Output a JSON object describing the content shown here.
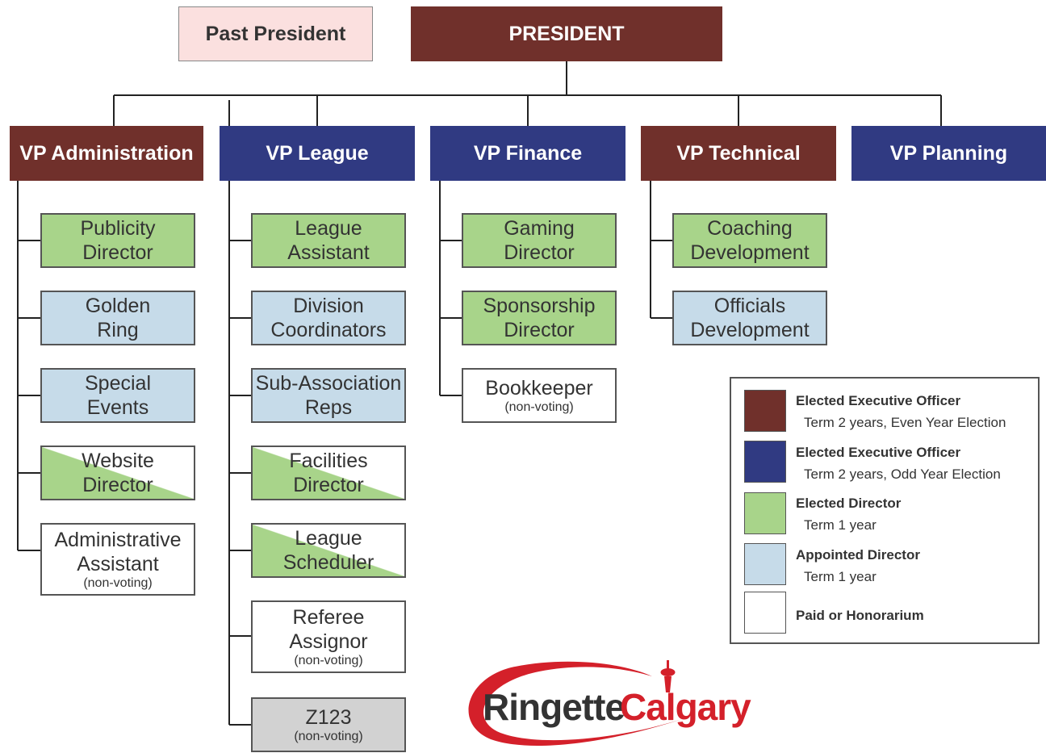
{
  "colors": {
    "even_exec": "#70302b",
    "odd_exec": "#303a82",
    "elected_director": "#a8d48a",
    "appointed_director": "#c6dbe9",
    "paid": "#ffffff",
    "other": "#d2d2d2",
    "past_president": "#fbe0df",
    "logo_red": "#d4202a"
  },
  "top": {
    "past_president": "Past President",
    "president": "PRESIDENT"
  },
  "vps": [
    {
      "label": "VP Administration",
      "color": "even"
    },
    {
      "label": "VP League",
      "color": "odd"
    },
    {
      "label": "VP Finance",
      "color": "odd"
    },
    {
      "label": "VP Technical",
      "color": "even"
    },
    {
      "label": "VP Planning",
      "color": "odd"
    }
  ],
  "columns": {
    "admin": [
      {
        "label": "Publicity\nDirector",
        "kind": "elected"
      },
      {
        "label": "Golden\nRing",
        "kind": "appointed"
      },
      {
        "label": "Special\nEvents",
        "kind": "appointed"
      },
      {
        "label": "Website\nDirector",
        "kind": "split"
      },
      {
        "label": "Administrative\nAssistant",
        "sub": "(non-voting)",
        "kind": "paid"
      }
    ],
    "league": [
      {
        "label": "League\nAssistant",
        "kind": "elected"
      },
      {
        "label": "Division\nCoordinators",
        "kind": "appointed"
      },
      {
        "label": "Sub-Association\nReps",
        "kind": "appointed"
      },
      {
        "label": "Facilities\nDirector",
        "kind": "split"
      },
      {
        "label": "League\nScheduler",
        "kind": "split"
      },
      {
        "label": "Referee\nAssignor",
        "sub": "(non-voting)",
        "kind": "paid"
      },
      {
        "label": "Z123",
        "sub": "(non-voting)",
        "kind": "other"
      }
    ],
    "finance": [
      {
        "label": "Gaming\nDirector",
        "kind": "elected"
      },
      {
        "label": "Sponsorship\nDirector",
        "kind": "elected"
      },
      {
        "label": "Bookkeeper",
        "sub": "(non-voting)",
        "kind": "paid"
      }
    ],
    "technical": [
      {
        "label": "Coaching\nDevelopment",
        "kind": "elected"
      },
      {
        "label": "Officials\nDevelopment",
        "kind": "appointed"
      }
    ]
  },
  "legend": [
    {
      "title": "Elected Executive Officer",
      "sub": "Term 2 years, Even Year Election",
      "kind": "even"
    },
    {
      "title": "Elected Executive Officer",
      "sub": "Term 2 years, Odd Year Election",
      "kind": "odd"
    },
    {
      "title": "Elected Director",
      "sub": "Term 1 year",
      "kind": "elected"
    },
    {
      "title": "Appointed Director",
      "sub": "Term 1 year",
      "kind": "appointed"
    },
    {
      "title": "Paid or Honorarium",
      "sub": "",
      "kind": "paid"
    }
  ],
  "logo": {
    "part1": "Ringette",
    "part2": "Calgary"
  }
}
